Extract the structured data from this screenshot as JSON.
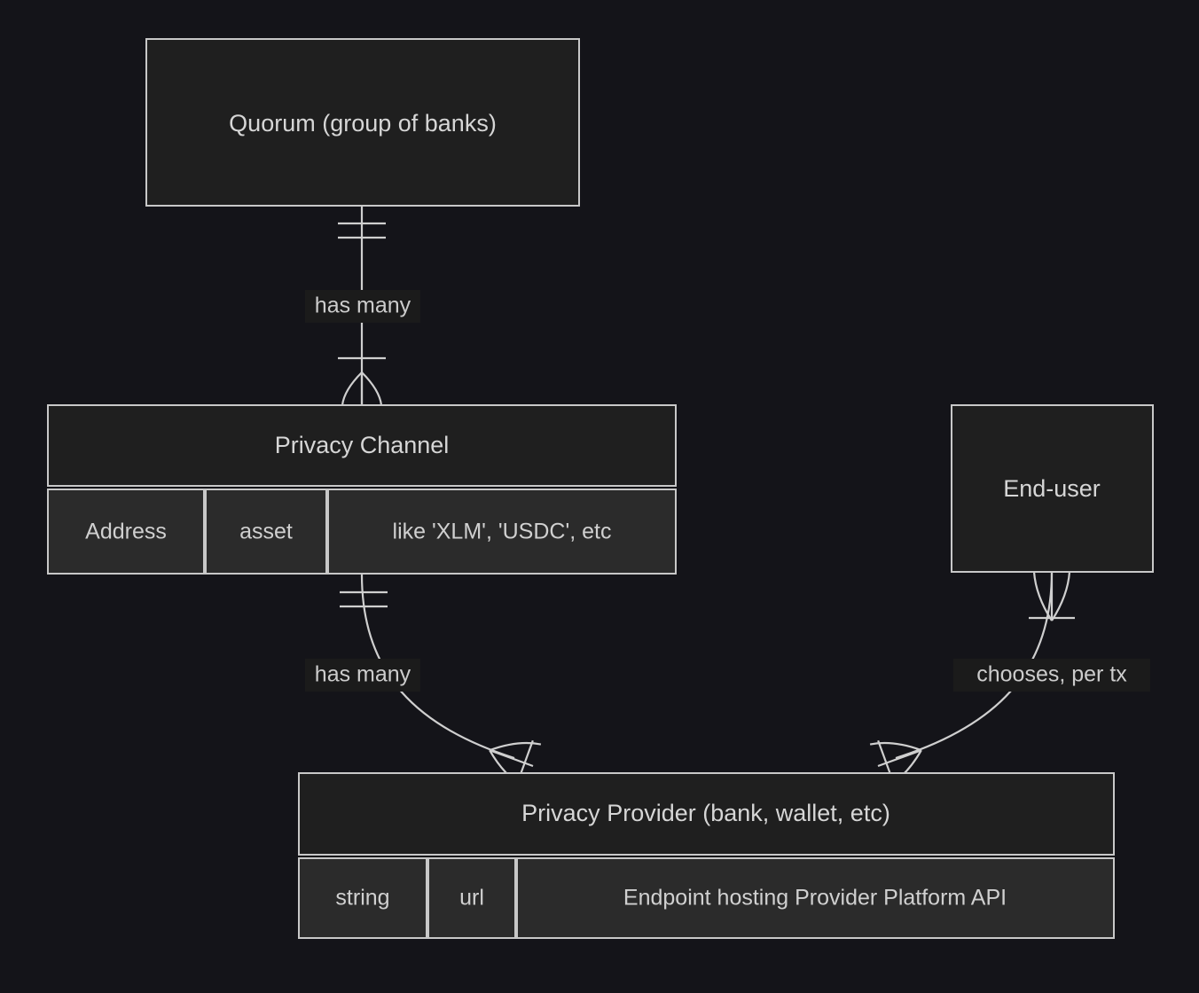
{
  "diagram": {
    "type": "entity-relationship-diagram",
    "theme": "dark",
    "background_color": "#141419",
    "entity_fill": "#1f1f1f",
    "attribute_fill": "#2b2b2b",
    "line_color": "#cfcfcf",
    "text_color": "#d6d6d6"
  },
  "entities": {
    "quorum": {
      "title": "Quorum (group of banks)",
      "attributes": []
    },
    "privacy_channel": {
      "title": "Privacy Channel",
      "attributes": [
        {
          "type": "Address",
          "name": "asset",
          "comment": "like 'XLM', 'USDC', etc"
        }
      ]
    },
    "end_user": {
      "title": "End-user",
      "attributes": []
    },
    "privacy_provider": {
      "title": "Privacy Provider (bank, wallet, etc)",
      "attributes": [
        {
          "type": "string",
          "name": "url",
          "comment": "Endpoint hosting Provider Platform API"
        }
      ]
    }
  },
  "relationships": [
    {
      "id": "quorum-to-channel",
      "from": "quorum",
      "to": "privacy_channel",
      "label": "has many",
      "from_cardinality": "exactly-one",
      "to_cardinality": "one-or-many"
    },
    {
      "id": "channel-to-provider",
      "from": "privacy_channel",
      "to": "privacy_provider",
      "label": "has many",
      "from_cardinality": "exactly-one",
      "to_cardinality": "one-or-many"
    },
    {
      "id": "enduser-to-provider",
      "from": "end_user",
      "to": "privacy_provider",
      "label": "chooses, per tx",
      "from_cardinality": "one-or-many",
      "to_cardinality": "one-or-many"
    }
  ]
}
